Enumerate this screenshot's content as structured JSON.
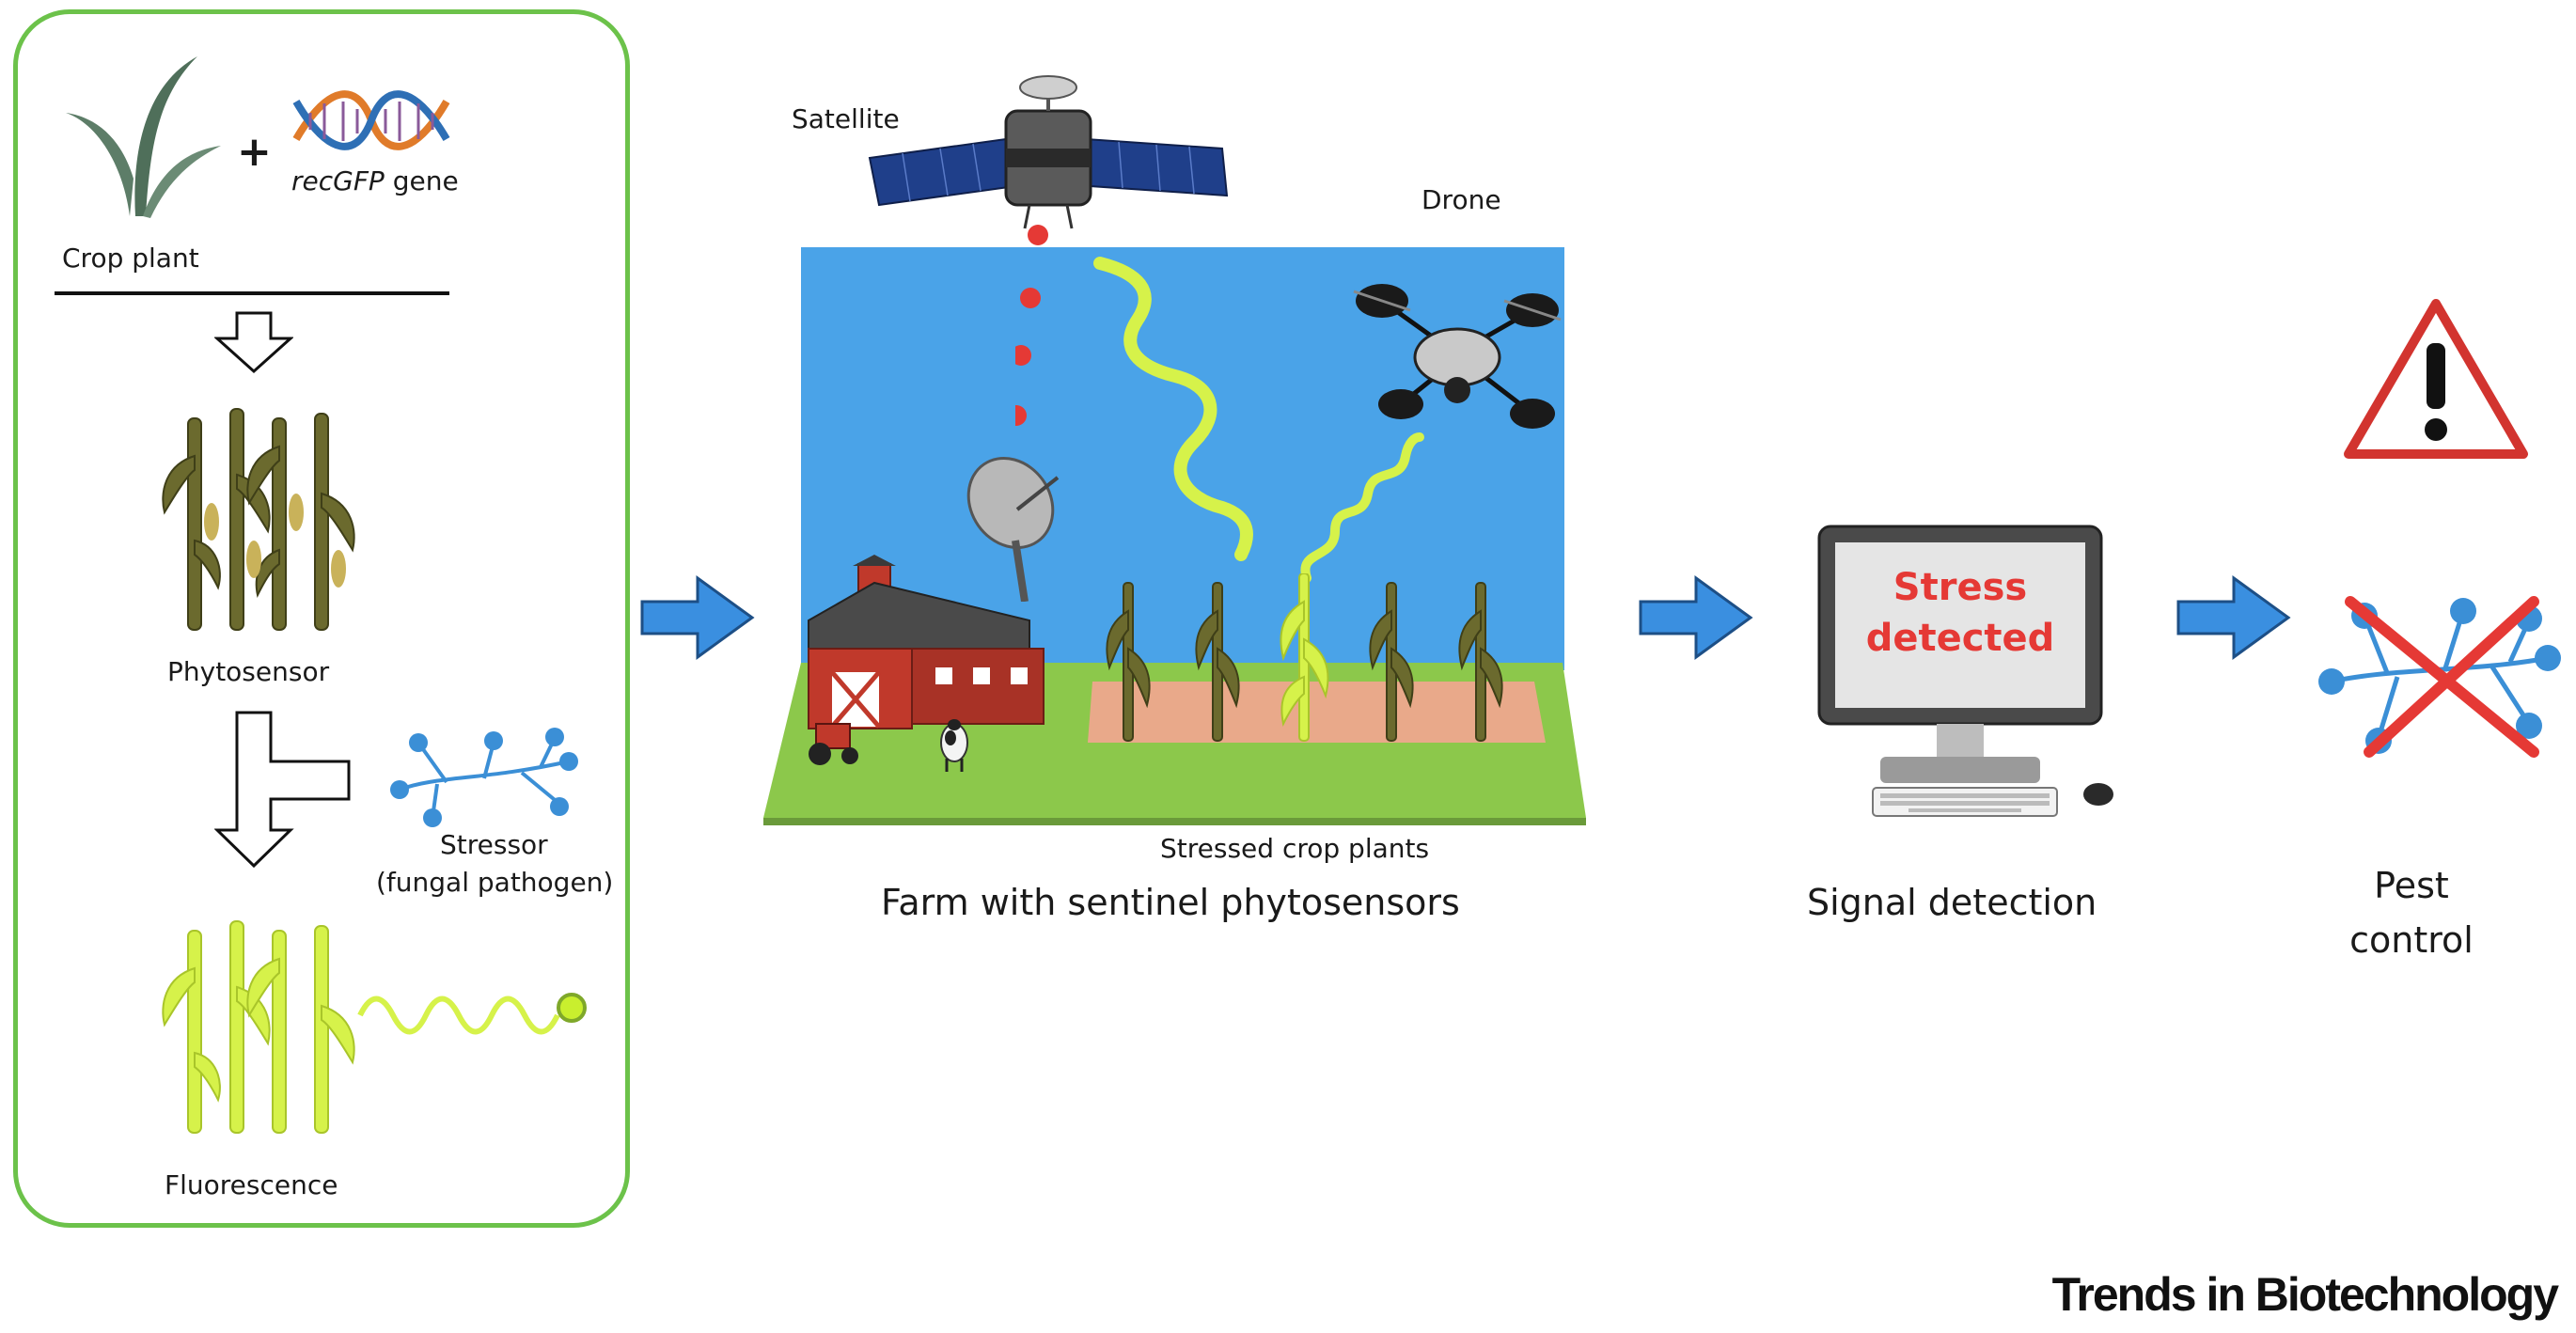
{
  "journal": "Trends in Biotechnology",
  "panel": {
    "plus": "+",
    "gene_italic": "recGFP",
    "gene_suffix": " gene",
    "crop_plant": "Crop plant",
    "phytosensor": "Phytosensor",
    "stressor_line1": "Stressor",
    "stressor_line2": "(fungal pathogen)",
    "fluorescence": "Fluorescence"
  },
  "farm": {
    "satellite": "Satellite",
    "drone": "Drone",
    "stressed_plants": "Stressed crop plants",
    "caption": "Farm with sentinel phytosensors"
  },
  "detection": {
    "screen_line1": "Stress",
    "screen_line2": "detected",
    "caption": "Signal detection"
  },
  "pest": {
    "caption_line1": "Pest",
    "caption_line2": "control"
  },
  "colors": {
    "panel_border": "#6cc24a",
    "arrow_blue": "#3a8fe0",
    "sky_blue": "#4aa3e8",
    "grass": "#8cc84b",
    "soil": "#e9a98a",
    "fluorescent": "#d6f24a",
    "alert_red": "#e53935",
    "fungus_blue": "#3b8fd6"
  }
}
